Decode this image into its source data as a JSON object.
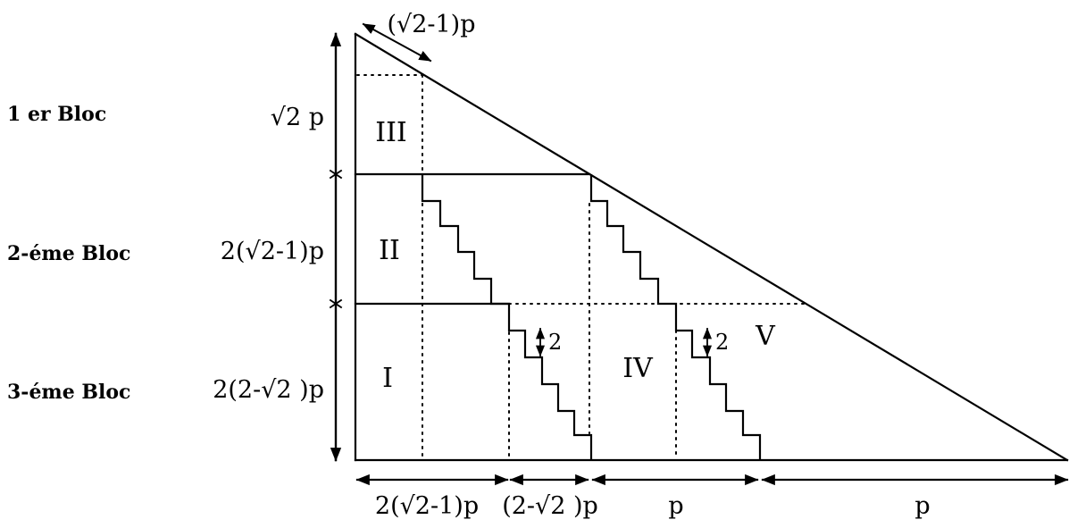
{
  "blocks": [
    {
      "name": "1 er Bloc",
      "height": "√2 p"
    },
    {
      "name": "2-éme Bloc",
      "height": "2(√2-1)p"
    },
    {
      "name": "3-éme Bloc",
      "height": "2(2-√2 )p"
    }
  ],
  "top_dimension": "(√2-1)p",
  "regions": [
    "I",
    "II",
    "III",
    "IV",
    "V"
  ],
  "step_labels": [
    "2",
    "2"
  ],
  "bottom_dimensions": [
    "2(√2-1)p",
    "(2-√2 )p",
    "p",
    "p"
  ]
}
